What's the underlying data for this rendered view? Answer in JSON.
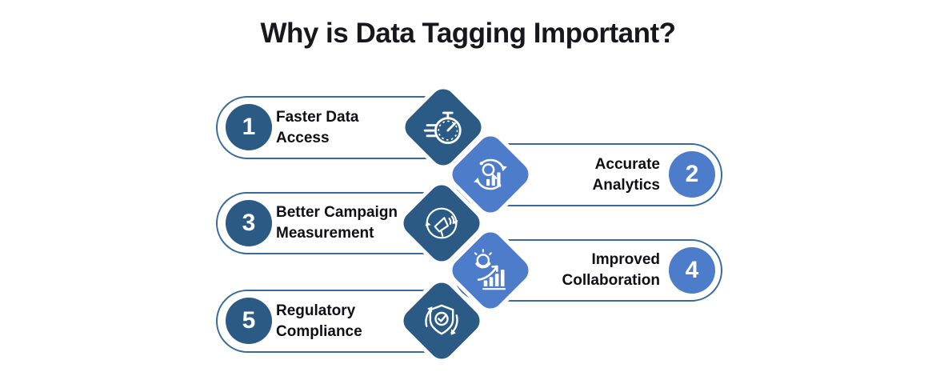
{
  "title": "Why is Data Tagging Important?",
  "colors": {
    "dark_blue": "#2b5a85",
    "light_blue": "#4d7ccb",
    "pill_border": "#376a9e",
    "title_text": "#17171d",
    "label_text": "#101014",
    "background": "#ffffff",
    "icon_stroke": "#ffffff"
  },
  "items": [
    {
      "number": "1",
      "label": "Faster Data Access",
      "line1": "Faster Data",
      "line2": "Access",
      "side": "left",
      "tone": "dark",
      "icon": "speed-stopwatch-icon"
    },
    {
      "number": "2",
      "label": "Accurate Analytics",
      "line1": "Accurate",
      "line2": "Analytics",
      "side": "right",
      "tone": "light",
      "icon": "analytics-refresh-icon"
    },
    {
      "number": "3",
      "label": "Better Campaign Measurement",
      "line1": "Better Campaign",
      "line2": "Measurement",
      "side": "left",
      "tone": "dark",
      "icon": "campaign-megaphone-icon"
    },
    {
      "number": "4",
      "label": "Improved Collaboration",
      "line1": "Improved",
      "line2": "Collaboration",
      "side": "right",
      "tone": "light",
      "icon": "idea-growth-icon"
    },
    {
      "number": "5",
      "label": "Regulatory Compliance",
      "line1": "Regulatory",
      "line2": "Compliance",
      "side": "left",
      "tone": "dark",
      "icon": "shield-compliance-icon"
    }
  ]
}
